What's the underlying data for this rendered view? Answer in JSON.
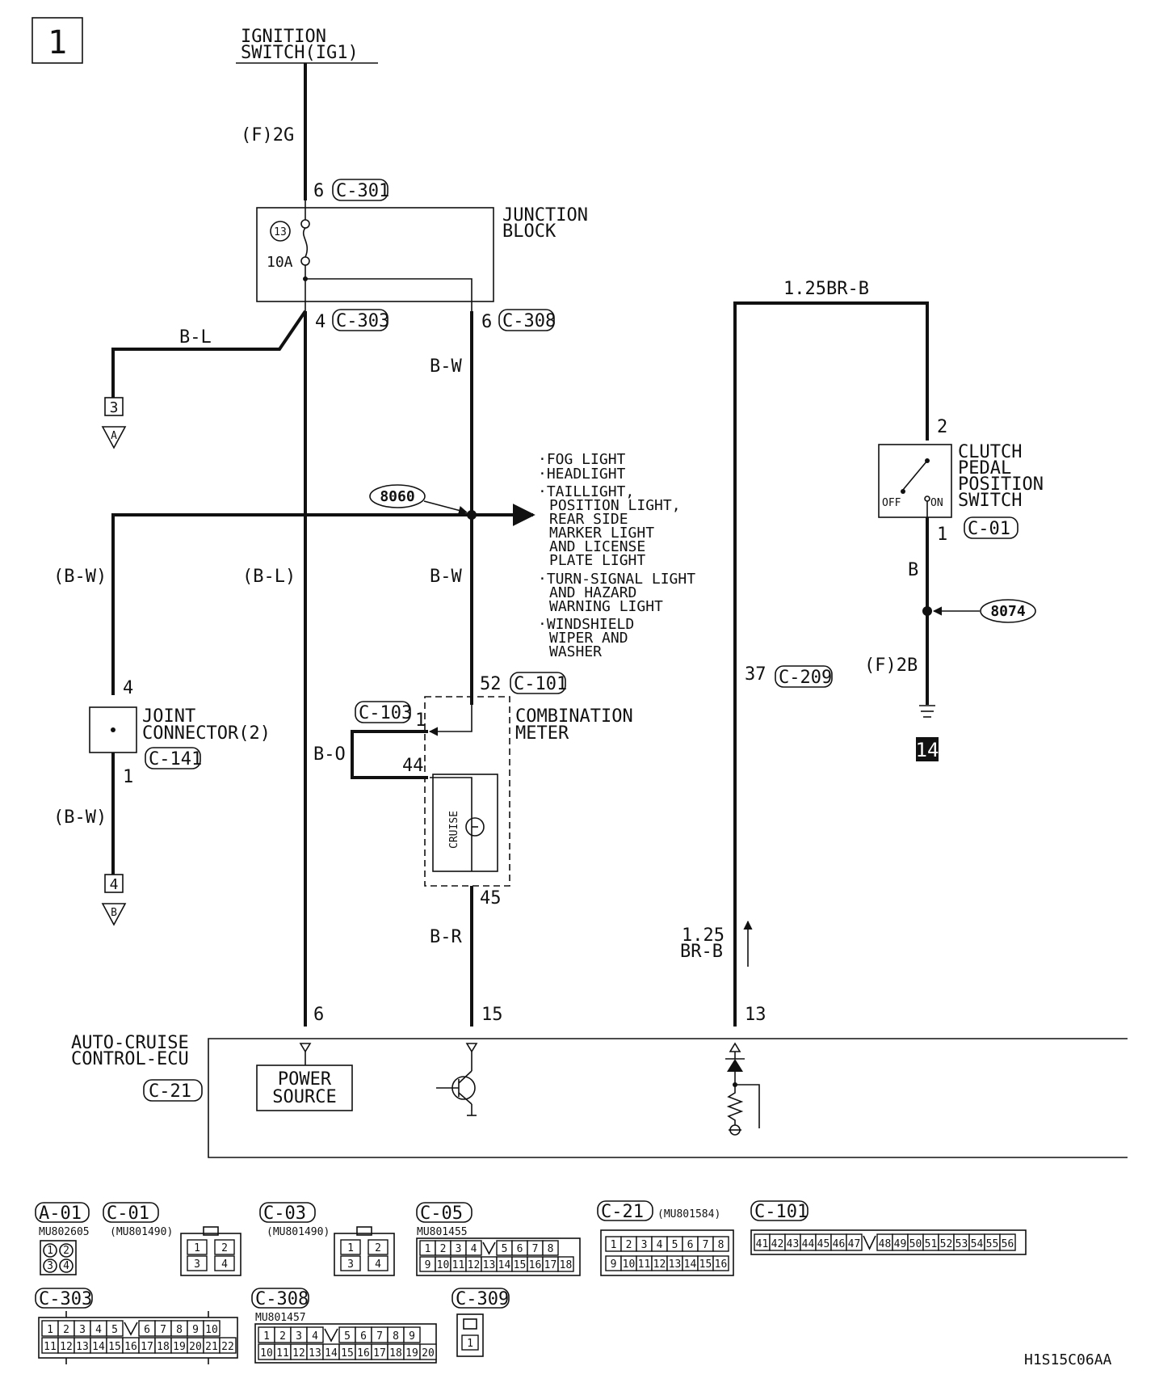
{
  "page": {
    "number": "1",
    "code": "H1S15C06AA"
  },
  "ignition": {
    "line1": "IGNITION",
    "line2": "SWITCH(IG1)",
    "wire": "(F)2G"
  },
  "junction_block": {
    "line1": "JUNCTION",
    "line2": "BLOCK",
    "fuse_no": "13",
    "fuse_amp": "10A",
    "in_pin": "6",
    "in_conn": "C-301",
    "out1_pin": "4",
    "out1_conn": "C-303",
    "out2_pin": "6",
    "out2_conn": "C-308"
  },
  "wires": {
    "bl": "B-L",
    "bw": "B-W",
    "bw_paren": "(B-W)",
    "bl_paren": "(B-L)",
    "bo": "B-O",
    "br": "B-R",
    "brb_top": "1.25BR-B",
    "brb_l1": "1.25",
    "brb_l2": "BR-B",
    "b": "B",
    "f2b": "(F)2B"
  },
  "refs": {
    "r3": "3",
    "rA": "A",
    "r4": "4",
    "rB": "B",
    "ground": "14"
  },
  "junction_points": {
    "j1": "8060",
    "j2": "8074"
  },
  "fog_list": [
    "·FOG LIGHT",
    "·HEADLIGHT",
    "·TAILLIGHT,",
    "POSITION LIGHT,",
    "REAR SIDE",
    "MARKER LIGHT",
    "AND LICENSE",
    "PLATE LIGHT",
    "·TURN-SIGNAL LIGHT",
    "AND HAZARD",
    "WARNING LIGHT",
    "·WINDSHIELD",
    "WIPER AND",
    "WASHER"
  ],
  "joint_connector": {
    "line1": "JOINT",
    "line2": "CONNECTOR(2)",
    "conn": "C-141",
    "pin_top": "4",
    "pin_bot": "1"
  },
  "combination_meter": {
    "line1": "COMBINATION",
    "line2": "METER",
    "pin_in": "52",
    "conn_in": "C-101",
    "conn_side": "C-103",
    "pin1": "1",
    "pin44": "44",
    "pin45": "45",
    "indicator": "CRUISE"
  },
  "clutch_switch": {
    "line1": "CLUTCH",
    "line2": "PEDAL",
    "line3": "POSITION",
    "line4": "SWITCH",
    "conn": "C-01",
    "pin_top": "2",
    "pin_bot": "1",
    "off": "OFF",
    "on": "ON"
  },
  "c209": {
    "pin": "37",
    "conn": "C-209"
  },
  "ecu": {
    "line1": "AUTO-CRUISE",
    "line2": "CONTROL-ECU",
    "conn": "C-21",
    "pin6": "6",
    "pin15": "15",
    "pin13": "13",
    "ps1": "POWER",
    "ps2": "SOURCE"
  },
  "connector_views": {
    "a01": {
      "label": "A-01",
      "part": "MU802605",
      "pins": [
        "1",
        "2",
        "3",
        "4"
      ]
    },
    "c01": {
      "label": "C-01",
      "part": "(MU801490)",
      "pins": [
        "1",
        "2",
        "3",
        "4"
      ]
    },
    "c03": {
      "label": "C-03",
      "part": "(MU801490)",
      "pins": [
        "1",
        "2",
        "3",
        "4"
      ]
    },
    "c05": {
      "label": "C-05",
      "part": "MU801455",
      "row1": [
        "1",
        "2",
        "3",
        "4",
        "",
        "5",
        "6",
        "7",
        "8"
      ],
      "row2": [
        "9",
        "10",
        "11",
        "12",
        "13",
        "14",
        "15",
        "16",
        "17",
        "18"
      ]
    },
    "c21": {
      "label": "C-21",
      "part": "(MU801584)",
      "row1": [
        "1",
        "2",
        "3",
        "4",
        "5",
        "6",
        "7",
        "8"
      ],
      "row2": [
        "9",
        "10",
        "11",
        "12",
        "13",
        "14",
        "15",
        "16"
      ]
    },
    "c101": {
      "label": "C-101",
      "row": [
        "41",
        "42",
        "43",
        "44",
        "45",
        "46",
        "47",
        "",
        "48",
        "49",
        "50",
        "51",
        "52",
        "53",
        "54",
        "55",
        "56"
      ]
    },
    "c303": {
      "label": "C-303",
      "row1": [
        "1",
        "2",
        "3",
        "4",
        "5",
        "",
        "6",
        "7",
        "8",
        "9",
        "10"
      ],
      "row2": [
        "11",
        "12",
        "13",
        "14",
        "15",
        "16",
        "17",
        "18",
        "19",
        "20",
        "21",
        "22"
      ]
    },
    "c308": {
      "label": "C-308",
      "part": "MU801457",
      "row1": [
        "1",
        "2",
        "3",
        "4",
        "",
        "5",
        "6",
        "7",
        "8",
        "9"
      ],
      "row2": [
        "10",
        "11",
        "12",
        "13",
        "14",
        "15",
        "16",
        "17",
        "18",
        "19",
        "20"
      ]
    },
    "c309": {
      "label": "C-309",
      "pins": [
        "1"
      ]
    }
  }
}
